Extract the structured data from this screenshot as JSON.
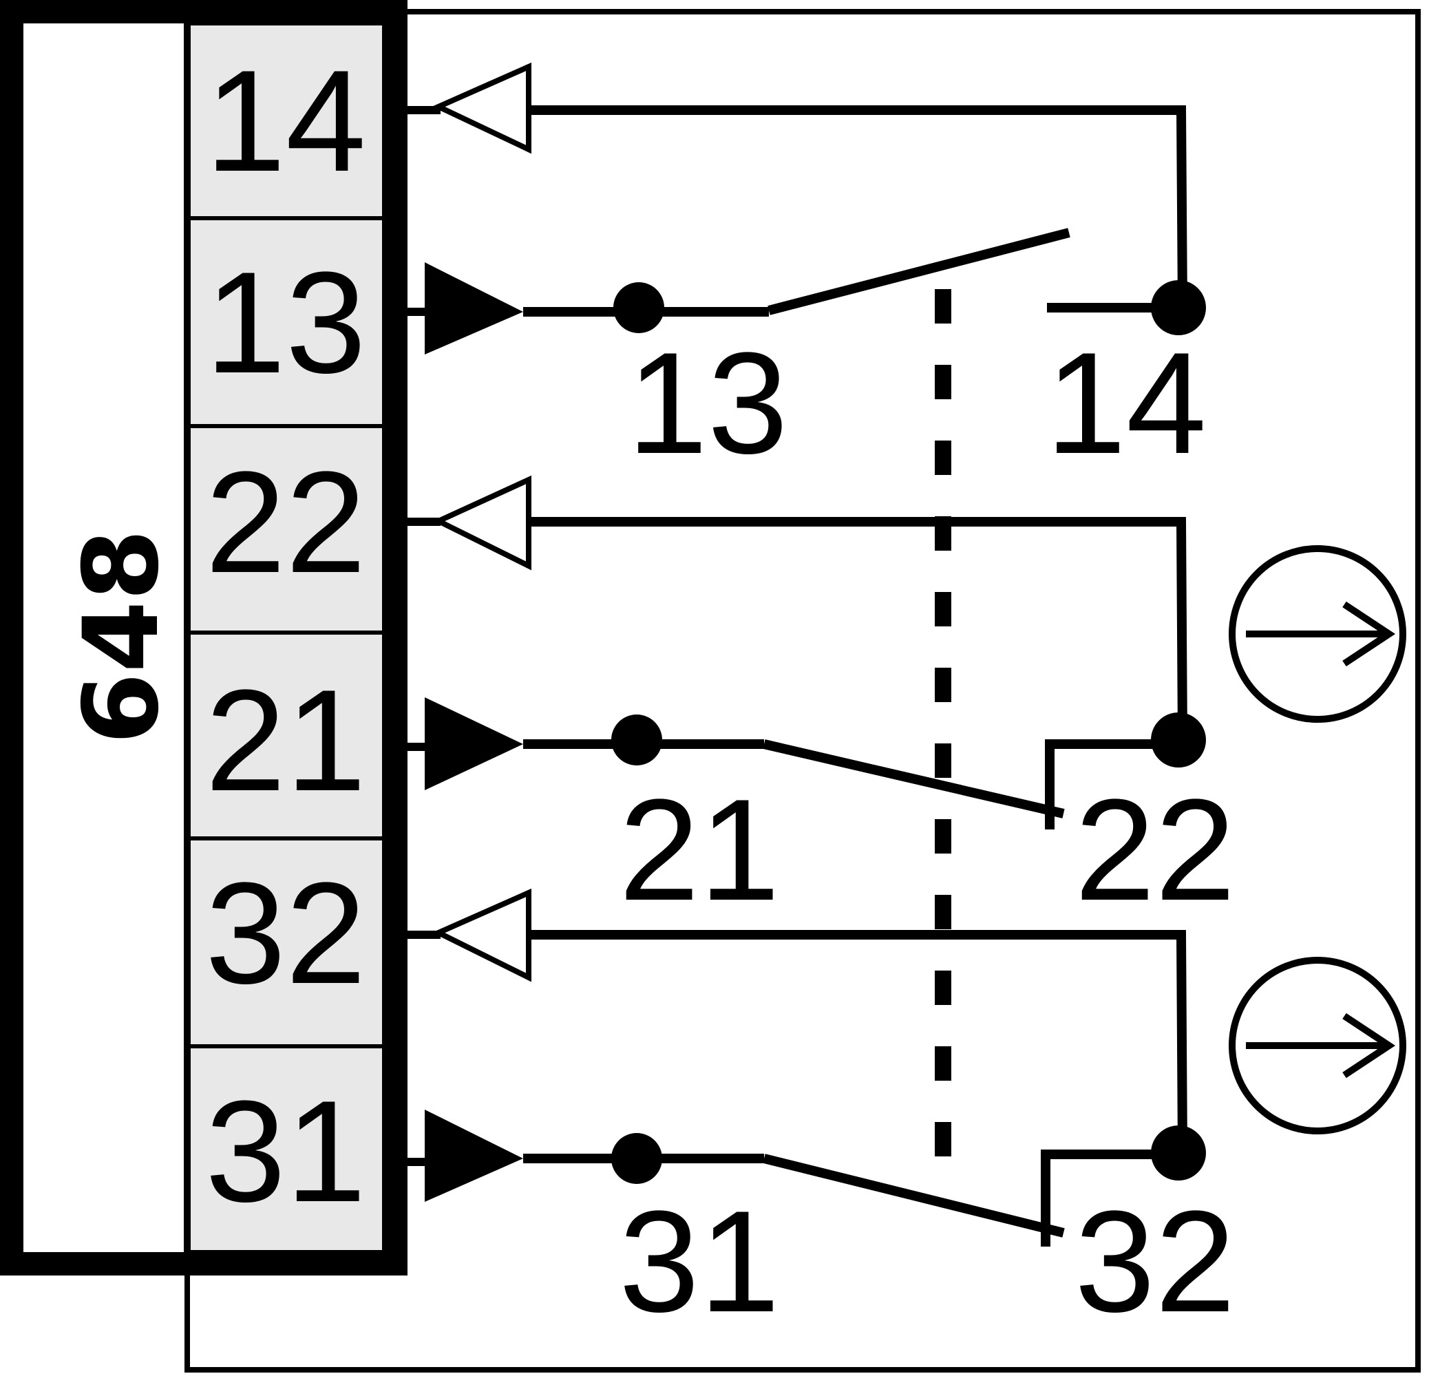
{
  "module": {
    "label": "648"
  },
  "terminals": [
    "14",
    "13",
    "22",
    "21",
    "32",
    "31"
  ],
  "contacts": [
    {
      "id": "no-contact",
      "left": "13",
      "right": "14"
    },
    {
      "id": "nc-contact-1",
      "left": "21",
      "right": "22"
    },
    {
      "id": "nc-contact-2",
      "left": "31",
      "right": "32"
    }
  ],
  "colors": {
    "line": "#000000",
    "terminal_fill": "#e8e8e8",
    "background": "#ffffff"
  },
  "icons": [
    "circle-arrow-icon",
    "circle-arrow-icon"
  ]
}
